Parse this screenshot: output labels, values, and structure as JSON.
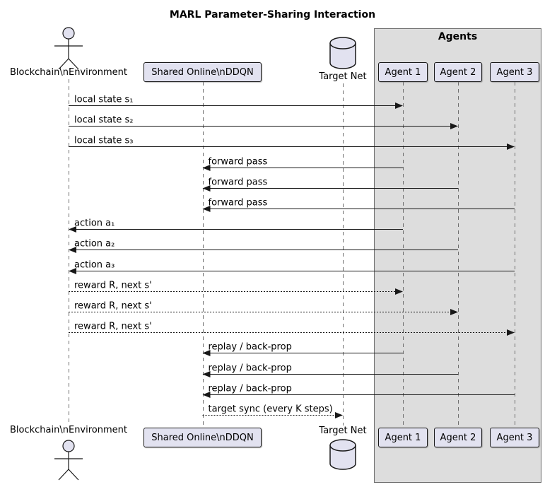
{
  "title": "MARL Parameter-Sharing Interaction",
  "group": {
    "label": "Agents"
  },
  "participants": {
    "environment": {
      "label": "Blockchain\\nEnvironment",
      "type": "actor"
    },
    "ddqn": {
      "label": "Shared Online\\nDDQN",
      "type": "participant"
    },
    "target": {
      "label": "Target Net",
      "type": "database"
    },
    "agent1": {
      "label": "Agent 1",
      "type": "participant"
    },
    "agent2": {
      "label": "Agent 2",
      "type": "participant"
    },
    "agent3": {
      "label": "Agent 3",
      "type": "participant"
    }
  },
  "messages": [
    {
      "from": "environment",
      "to": "agent1",
      "label": "local state s₁",
      "line": "solid"
    },
    {
      "from": "environment",
      "to": "agent2",
      "label": "local state s₂",
      "line": "solid"
    },
    {
      "from": "environment",
      "to": "agent3",
      "label": "local state s₃",
      "line": "solid"
    },
    {
      "from": "agent1",
      "to": "ddqn",
      "label": "forward pass",
      "line": "solid"
    },
    {
      "from": "agent2",
      "to": "ddqn",
      "label": "forward pass",
      "line": "solid"
    },
    {
      "from": "agent3",
      "to": "ddqn",
      "label": "forward pass",
      "line": "solid"
    },
    {
      "from": "agent1",
      "to": "environment",
      "label": "action a₁",
      "line": "solid"
    },
    {
      "from": "agent2",
      "to": "environment",
      "label": "action a₂",
      "line": "solid"
    },
    {
      "from": "agent3",
      "to": "environment",
      "label": "action a₃",
      "line": "solid"
    },
    {
      "from": "environment",
      "to": "agent1",
      "label": "reward R, next s'",
      "line": "dotted"
    },
    {
      "from": "environment",
      "to": "agent2",
      "label": "reward R, next s'",
      "line": "dotted"
    },
    {
      "from": "environment",
      "to": "agent3",
      "label": "reward R, next s'",
      "line": "dotted"
    },
    {
      "from": "agent1",
      "to": "ddqn",
      "label": "replay / back-prop",
      "line": "solid"
    },
    {
      "from": "agent2",
      "to": "ddqn",
      "label": "replay / back-prop",
      "line": "solid"
    },
    {
      "from": "agent3",
      "to": "ddqn",
      "label": "replay / back-prop",
      "line": "solid"
    },
    {
      "from": "ddqn",
      "to": "target",
      "label": "target sync (every K steps)",
      "line": "dotted"
    }
  ],
  "colors": {
    "participant_fill": "#e2e2f0",
    "participant_border": "#181818",
    "group_fill": "#dddddd",
    "group_border": "#6b6b6b",
    "lifeline": "#6e6e6e",
    "arrow": "#181818",
    "text": "#000000",
    "background": "#ffffff"
  }
}
